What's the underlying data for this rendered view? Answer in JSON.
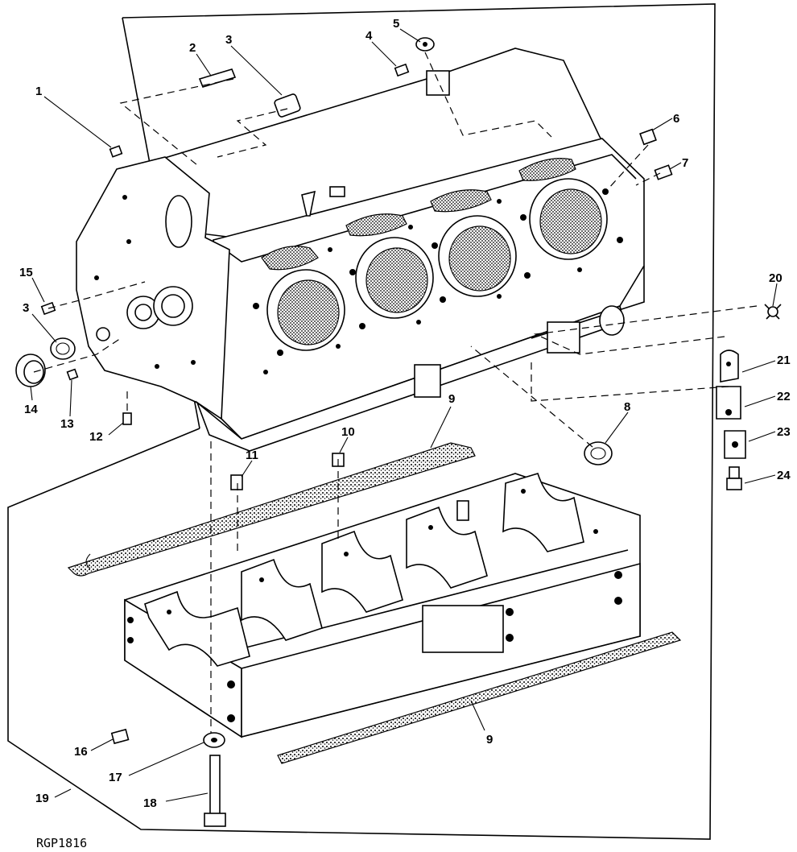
{
  "figure_code": "RGP1816",
  "callouts": [
    {
      "label": "1"
    },
    {
      "label": "2"
    },
    {
      "label": "3"
    },
    {
      "label": "4"
    },
    {
      "label": "5"
    },
    {
      "label": "6"
    },
    {
      "label": "7"
    },
    {
      "label": "8"
    },
    {
      "label": "9"
    },
    {
      "label": "9"
    },
    {
      "label": "10"
    },
    {
      "label": "11"
    },
    {
      "label": "12"
    },
    {
      "label": "13"
    },
    {
      "label": "14"
    },
    {
      "label": "15"
    },
    {
      "label": "3"
    },
    {
      "label": "16"
    },
    {
      "label": "17"
    },
    {
      "label": "18"
    },
    {
      "label": "19"
    },
    {
      "label": "20"
    },
    {
      "label": "21"
    },
    {
      "label": "22"
    },
    {
      "label": "23"
    },
    {
      "label": "24"
    }
  ]
}
